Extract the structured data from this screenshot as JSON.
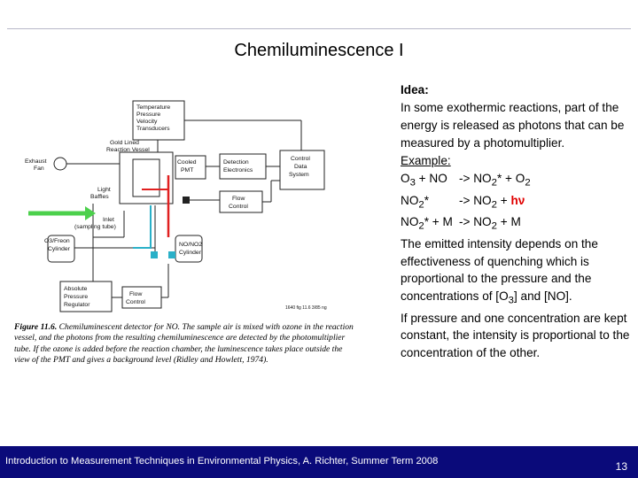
{
  "slide": {
    "title": "Chemiluminescence I",
    "idea_label": "Idea:",
    "idea_text": "In some exothermic reactions, part of the energy is released as photons that can be measured by a photomultiplier.",
    "example_label": "Example:",
    "reactions": [
      {
        "lhs": [
          "O",
          "3",
          " + NO"
        ],
        "rhs": [
          "-> NO",
          "2",
          "* + O",
          "2"
        ]
      },
      {
        "lhs": [
          "NO",
          "2",
          "*"
        ],
        "rhs": [
          "-> NO",
          "2",
          " + ",
          "hν"
        ]
      },
      {
        "lhs": [
          "NO",
          "2",
          "* + M"
        ],
        "rhs": [
          "-> NO",
          "2",
          " + M"
        ]
      }
    ],
    "explanation_1": "The emitted intensity depends on the effectiveness of quenching which is proportional to the pressure and the concentrations of [O",
    "explanation_1_sub": "3",
    "explanation_1_end": "] and [NO].",
    "explanation_2": "If pressure and one concentration are kept constant, the intensity is proportional to the concentration of the other."
  },
  "figure": {
    "labels": {
      "transducers_1": "Temperature",
      "transducers_2": "Pressure",
      "transducers_3": "Velocity",
      "transducers_4": "Transducers",
      "gold_1": "Gold Lined",
      "gold_2": "Reaction Vessel",
      "exhaust_1": "Exhaust",
      "exhaust_2": "Fan",
      "pmt_1": "Cooled",
      "pmt_2": "PMT",
      "det_1": "Detection",
      "det_2": "Electronics",
      "cds_1": "Control",
      "cds_2": "Data",
      "cds_3": "System",
      "light_1": "Light",
      "light_2": "Baffles",
      "flow_1": "Flow",
      "flow_2": "Control",
      "inlet_1": "Inlet",
      "inlet_2": "(sampling tube)",
      "o3_1": "O3/Freon",
      "o3_2": "Cylinder",
      "no_1": "NO/NO2",
      "no_2": "Cylinder",
      "app_1": "Absolute",
      "app_2": "Pressure",
      "app_3": "Regulator",
      "flow2_1": "Flow",
      "flow2_2": "Control",
      "credit": "1640 fig 11.6 3/85 ng"
    },
    "caption_head": "Figure 11.6.",
    "caption_text": "Chemiluminescent detector for NO. The sample air is mixed with ozone in the reaction vessel, and the photons from the resulting chemiluminescence are detected by the photomultiplier tube. If the ozone is added before the reaction chamber, the luminescence takes place outside the view of the PMT and gives a background level (Ridley and Howlett, 1974).",
    "colors": {
      "red_line": "#e02020",
      "green_arrow": "#4cd04c",
      "cyan_line": "#2ab0c8",
      "lines": "#222222"
    }
  },
  "footer": {
    "text": "Introduction to Measurement Techniques in Environmental Physics, A. Richter, Summer Term 2008",
    "page": "13"
  }
}
